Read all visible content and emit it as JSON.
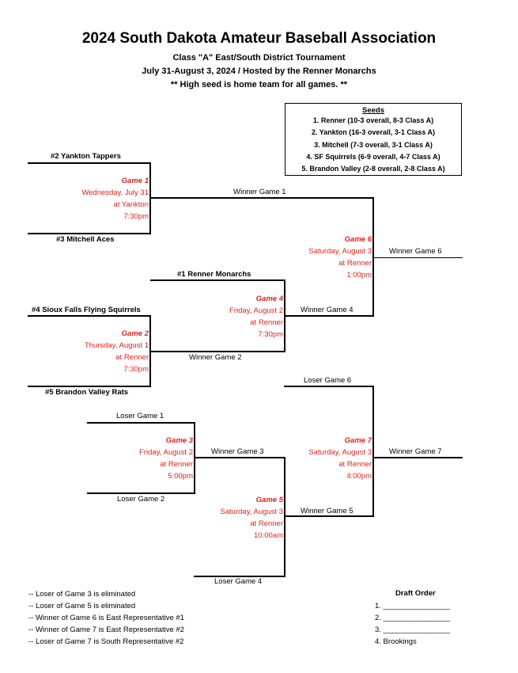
{
  "header": {
    "title": "2024 South Dakota Amateur Baseball Association",
    "subtitle1": "Class \"A\" East/South District Tournament",
    "subtitle2": "July 31-August 3, 2024  /  Hosted by the Renner Monarchs",
    "subtitle3": "** High seed is home team for all games. **"
  },
  "seeds": {
    "title": "Seeds",
    "items": [
      "1. Renner (10-3 overall, 8-3 Class A)",
      "2. Yankton (16-3 overall, 3-1 Class A)",
      "3. Mitchell (7-3 overall, 3-1 Class A)",
      "4. SF Squirrels (6-9 overall, 4-7 Class A)",
      "5. Brandon Valley (2-8 overall, 2-8 Class A)"
    ]
  },
  "teams": {
    "yankton": "#2 Yankton Tappers",
    "mitchell": "#3 Mitchell Aces",
    "renner": "#1 Renner Monarchs",
    "sioux_falls": "#4 Sioux Falls Flying Squirrels",
    "brandon": "#5 Brandon Valley Rats"
  },
  "games": {
    "g1": {
      "title": "Game 1",
      "date": "Wednesday, July 31",
      "place": "at Yankton",
      "time": "7:30pm"
    },
    "g2": {
      "title": "Game 2",
      "date": "Thursday, August 1",
      "place": "at Renner",
      "time": "7:30pm"
    },
    "g3": {
      "title": "Game 3",
      "date": "Friday, August 2",
      "place": "at Renner",
      "time": "5:00pm"
    },
    "g4": {
      "title": "Game 4",
      "date": "Friday, August 2",
      "place": "at Renner",
      "time": "7:30pm"
    },
    "g5": {
      "title": "Game 5",
      "date": "Saturday, August 3",
      "place": "at Renner",
      "time": "10:00am"
    },
    "g6": {
      "title": "Game 6",
      "date": "Saturday, August 3",
      "place": "at Renner",
      "time": "1:00pm"
    },
    "g7": {
      "title": "Game 7",
      "date": "Saturday, August 3",
      "place": "at Renner",
      "time": "4:00pm"
    }
  },
  "labels": {
    "winner_g1": "Winner Game 1",
    "winner_g2": "Winner Game 2",
    "winner_g3": "Winner Game 3",
    "winner_g4": "Winner Game 4",
    "winner_g5": "Winner Game 5",
    "winner_g6": "Winner Game 6",
    "winner_g7": "Winner Game 7",
    "loser_g1": "Loser Game 1",
    "loser_g2": "Loser Game 2",
    "loser_g4": "Loser Game 4",
    "loser_g6": "Loser Game 6"
  },
  "notes": [
    "-- Loser of Game 3 is eliminated",
    "-- Loser of Game 5 is eliminated",
    "-- Winner of Game 6 is East Representative #1",
    "-- Winner of Game 7 is East Representative #2",
    "-- Loser of Game 7 is South Representative #2"
  ],
  "draft_order": {
    "title": "Draft Order",
    "items": [
      "1. ________________",
      "2. ________________",
      "3. ________________",
      "4. Brookings"
    ]
  },
  "colors": {
    "game_text": "#e0201b"
  }
}
